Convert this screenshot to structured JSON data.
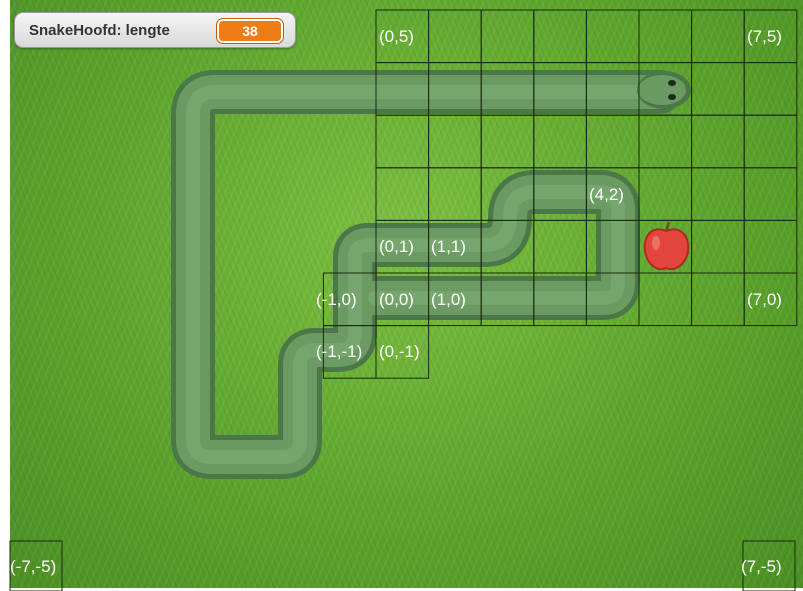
{
  "monitor": {
    "label": "SnakeHoofd: lengte",
    "value": "38"
  },
  "grid_labels": [
    {
      "text": "(0,5)"
    },
    {
      "text": "(7,5)"
    },
    {
      "text": "(4,2)"
    },
    {
      "text": "(0,1)"
    },
    {
      "text": "(1,1)"
    },
    {
      "text": "(-1,0)"
    },
    {
      "text": "(0,0)"
    },
    {
      "text": "(1,0)"
    },
    {
      "text": "(7,0)"
    },
    {
      "text": "(-1,-1)"
    },
    {
      "text": "(0,-1)"
    },
    {
      "text": "(-7,-5)"
    },
    {
      "text": "(7,-5)"
    }
  ],
  "colors": {
    "grass": "#5da52c",
    "snake_body": "#6b9a62",
    "snake_outline": "#4c7748",
    "apple": "#e2453c",
    "grid_line": "#1a2a10",
    "monitor_value_bg": "#ee7d16"
  },
  "sprites": {
    "snake_head": "snake-head",
    "apple": "apple-icon"
  }
}
